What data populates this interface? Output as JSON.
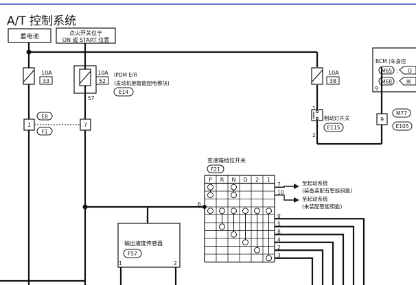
{
  "title": "A/T 控制系统",
  "battery": "蓄电池",
  "ignition": {
    "line1": "点火开关位于",
    "line2": "ON 或 START 位置"
  },
  "fuses": [
    {
      "amp": "10A",
      "num": "33"
    },
    {
      "amp": "10A",
      "num": "52"
    },
    {
      "amp": "10A",
      "num": "38"
    }
  ],
  "ipdm": {
    "line1": "IPDM E/R",
    "line2": "(发动机舱智能配电模块)",
    "connector": "E14"
  },
  "pin57": "57",
  "bcm": {
    "title": "BCM (车身控",
    "conn1": "M65",
    "conn2": "M68",
    "tag1": "O",
    "tag2": "IK",
    "pin": "9"
  },
  "brake_switch": {
    "label": "制动灯开关",
    "connector": "E115",
    "pin_top": "1",
    "pin_bottom": "2"
  },
  "m77": "M77",
  "pin9_box": "9",
  "e105": "E105",
  "junction": {
    "pin_left": "1",
    "pin_right": "7",
    "conn_top": "E8",
    "conn_bottom": "F1"
  },
  "range_switch": {
    "title": "变速箱档位开关",
    "connector": "F21",
    "columns": [
      "P",
      "R",
      "N",
      "D",
      "2",
      "1"
    ],
    "right_pins": [
      "7",
      "10",
      "9",
      "5",
      "8",
      "4",
      "2",
      "3"
    ],
    "left_pin": "6"
  },
  "starter1": {
    "line1": "至起动系统",
    "line2": "(装备装配有智能钥匙)"
  },
  "starter2": {
    "line1": "至起动系统",
    "line2": "(未装配智能钥匙)"
  },
  "speed_sensor": {
    "label": "输出速度传感器",
    "connector": "F57",
    "pin_top": "3",
    "pin1": "1",
    "pin2": "2"
  }
}
